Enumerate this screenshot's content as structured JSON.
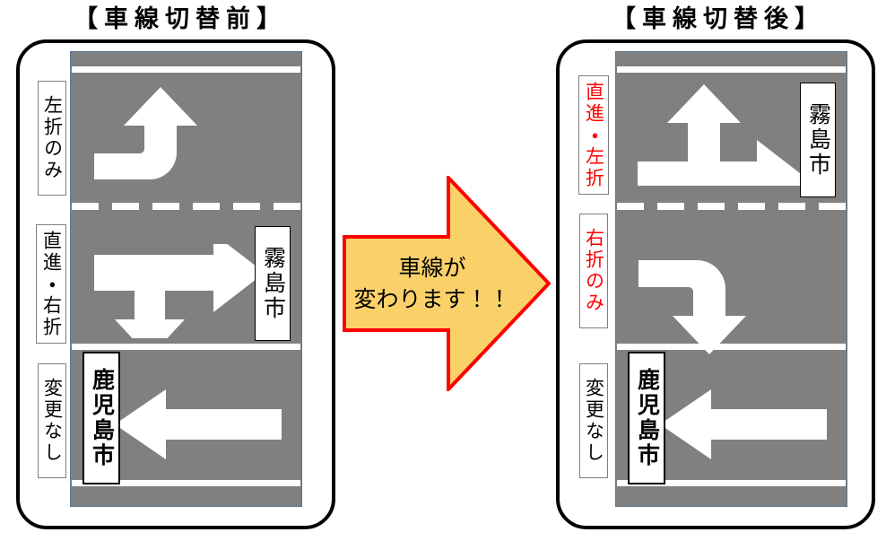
{
  "panels": {
    "before": {
      "title": "【車線切替前】",
      "lanes": [
        {
          "label": "左折のみ",
          "label_color": "#000000",
          "arrow": "curve-left-up",
          "destination": null
        },
        {
          "label": "直進・右折",
          "label_color": "#000000",
          "arrow": "t-right-down",
          "destination": "霧島市"
        },
        {
          "label": "変更なし",
          "label_color": "#000000",
          "arrow": "straight-left",
          "destination": "鹿児島市"
        }
      ]
    },
    "after": {
      "title": "【車線切替後】",
      "lanes": [
        {
          "label": "直進・左折",
          "label_color": "#ff0000",
          "arrow": "t-up-right",
          "destination": "霧島市"
        },
        {
          "label": "右折のみ",
          "label_color": "#ff0000",
          "arrow": "curve-right-down",
          "destination": null
        },
        {
          "label": "変更なし",
          "label_color": "#000000",
          "arrow": "straight-left",
          "destination": "鹿児島市"
        }
      ]
    }
  },
  "center_banner": {
    "line1": "車線が",
    "line2": "変わります！！",
    "fill_color": "#fad169",
    "stroke_color": "#ff0000"
  },
  "colors": {
    "road": "#808080",
    "marking": "#ffffff",
    "frame_border": "#000000",
    "highlight_text": "#ff0000"
  }
}
